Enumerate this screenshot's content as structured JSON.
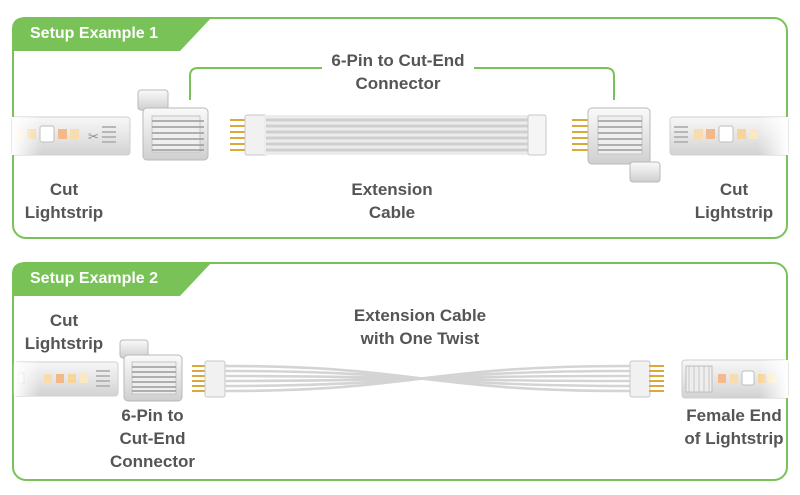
{
  "colors": {
    "accent": "#79c257",
    "label": "#555555",
    "pin_gold": "#d9a93c",
    "wire": "#dcdcdc"
  },
  "example1": {
    "title": "Setup Example 1",
    "connector_line1": "6-Pin to Cut-End",
    "connector_line2": "Connector",
    "left_strip_line1": "Cut",
    "left_strip_line2": "Lightstrip",
    "cable_line1": "Extension",
    "cable_line2": "Cable",
    "right_strip_line1": "Cut",
    "right_strip_line2": "Lightstrip"
  },
  "example2": {
    "title": "Setup Example 2",
    "strip_line1": "Cut",
    "strip_line2": "Lightstrip",
    "connector_line1": "6-Pin to",
    "connector_line2": "Cut-End",
    "connector_line3": "Connector",
    "cable_line1": "Extension Cable",
    "cable_line2": "with One Twist",
    "female_line1": "Female End",
    "female_line2": "of Lightstrip"
  }
}
